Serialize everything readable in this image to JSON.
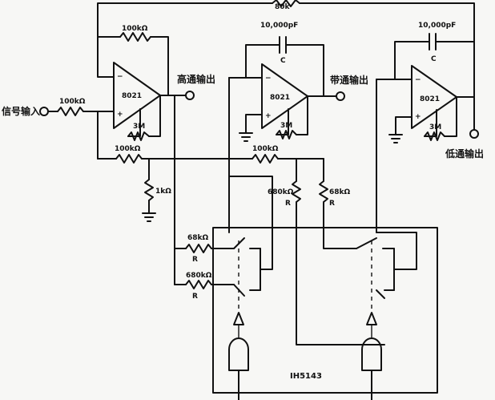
{
  "labels": {
    "r_top": "80k",
    "r_fb1": "100kΩ",
    "cap1_value": "10,000pF",
    "cap1_c": "C",
    "cap2_value": "10,000pF",
    "cap2_c": "C",
    "op1": "8021",
    "op2": "8021",
    "op3": "8021",
    "r_3m_1": "3M",
    "r_3m_2": "3M",
    "r_3m_3": "3M",
    "out_high": "高通输出",
    "out_band": "带通输出",
    "out_low": "低通输出",
    "in_signal": "信号输入",
    "r_in": "100kΩ",
    "r_mid1": "100kΩ",
    "r_mid2": "100kΩ",
    "r_1k": "1kΩ",
    "r_680_top": "680kΩ",
    "r_680_top_r": "R",
    "r_68_top": "68kΩ",
    "r_68_top_r": "R",
    "r_68_sw": "68kΩ",
    "r_68_sw_r": "R",
    "r_680_sw": "680kΩ",
    "r_680_sw_r": "R",
    "chip": "IH5143"
  }
}
